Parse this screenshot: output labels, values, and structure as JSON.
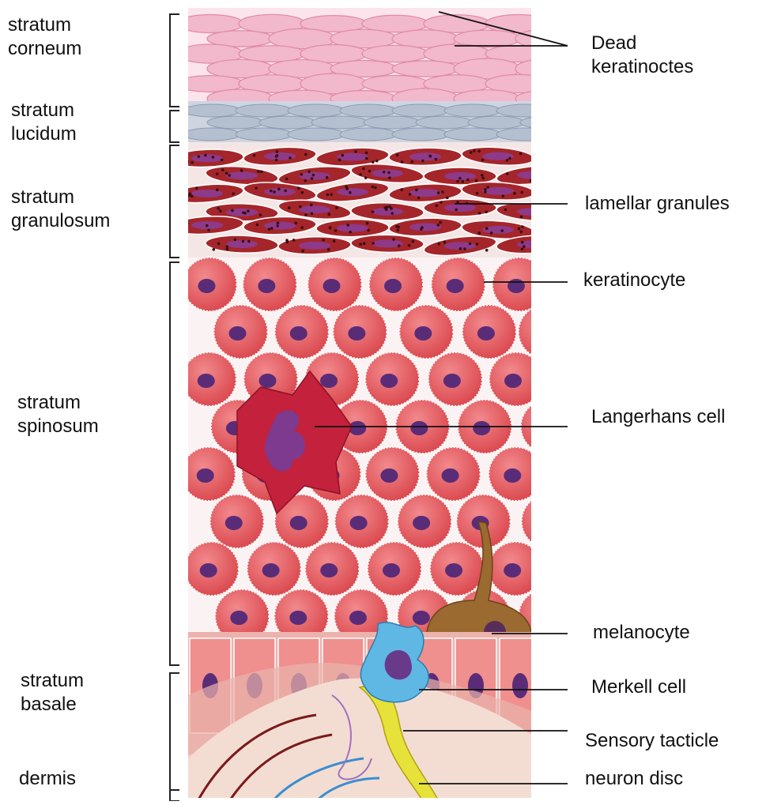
{
  "layers": [
    {
      "id": "corneum",
      "lines": [
        "stratum",
        "corneum"
      ]
    },
    {
      "id": "lucidum",
      "lines": [
        "stratum",
        "lucidum"
      ]
    },
    {
      "id": "granulosum",
      "lines": [
        "stratum",
        "granulosum"
      ]
    },
    {
      "id": "spinosum",
      "lines": [
        "stratum",
        "spinosum"
      ]
    },
    {
      "id": "basale",
      "lines": [
        "stratum",
        "basale"
      ]
    },
    {
      "id": "dermis",
      "lines": [
        "dermis"
      ]
    }
  ],
  "callouts": [
    {
      "id": "dead-keratinocytes",
      "lines": [
        "Dead",
        "keratinoctes"
      ]
    },
    {
      "id": "lamellar-granules",
      "lines": [
        "lamellar granules"
      ]
    },
    {
      "id": "keratinocyte",
      "lines": [
        "keratinocyte"
      ]
    },
    {
      "id": "langerhans-cell",
      "lines": [
        "Langerhans cell"
      ]
    },
    {
      "id": "melanocyte",
      "lines": [
        "melanocyte"
      ]
    },
    {
      "id": "merkell-cell",
      "lines": [
        "Merkell cell"
      ]
    },
    {
      "id": "sensory-tacticle",
      "lines": [
        "Sensory tacticle"
      ]
    },
    {
      "id": "neuron-disc",
      "lines": [
        "neuron disc"
      ]
    }
  ],
  "colors": {
    "corneum": "#f2b8cc",
    "lucidum": "#b4bfd0",
    "granulosum": "#a4262a",
    "spinosum_cell": "#e0585d",
    "nucleus": "#5a2c78",
    "langerhans": "#c3213c",
    "melanocyte": "#9a6a30",
    "merkel": "#5fb7e4",
    "neuron": "#e6e23a",
    "basale": "#e89a98",
    "dermis": "#f0d8cc"
  }
}
